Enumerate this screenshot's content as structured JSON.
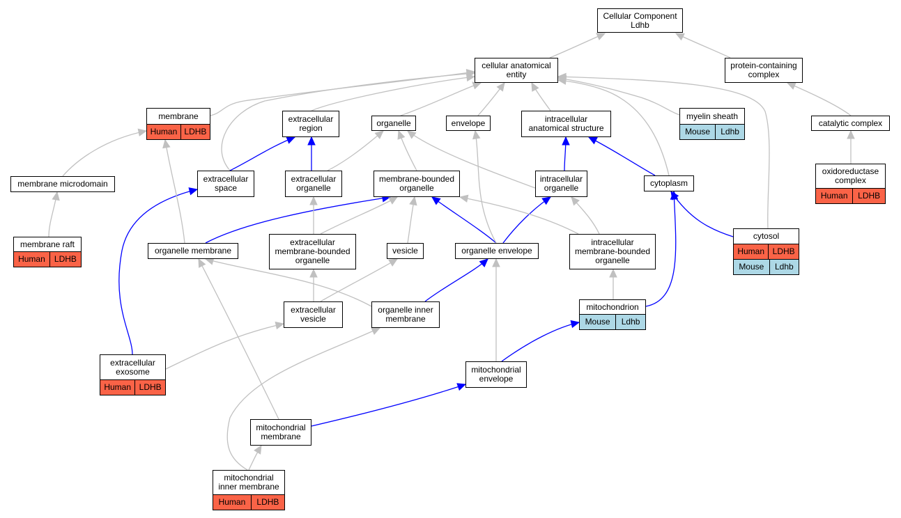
{
  "colors": {
    "edge_gray": "#c0c0c0",
    "edge_blue": "#0000ff",
    "human": "#fa6347",
    "mouse": "#add8e6"
  },
  "nodes": {
    "root": {
      "label": "Cellular Component\nLdhb"
    },
    "cellular_anatomical_entity": {
      "label": "cellular anatomical\nentity"
    },
    "protein_containing_complex": {
      "label": "protein-containing\ncomplex"
    },
    "membrane": {
      "label": "membrane",
      "annotations": [
        {
          "species": "Human",
          "gene": "LDHB"
        }
      ]
    },
    "extracellular_region": {
      "label": "extracellular\nregion"
    },
    "organelle": {
      "label": "organelle"
    },
    "envelope": {
      "label": "envelope"
    },
    "intracellular_anatomical_structure": {
      "label": "intracellular\nanatomical structure"
    },
    "myelin_sheath": {
      "label": "myelin sheath",
      "annotations": [
        {
          "species": "Mouse",
          "gene": "Ldhb"
        }
      ]
    },
    "catalytic_complex": {
      "label": "catalytic complex"
    },
    "membrane_microdomain": {
      "label": "membrane microdomain"
    },
    "extracellular_space": {
      "label": "extracellular\nspace"
    },
    "extracellular_organelle": {
      "label": "extracellular\norganelle"
    },
    "membrane_bounded_organelle": {
      "label": "membrane-bounded\norganelle"
    },
    "intracellular_organelle": {
      "label": "intracellular\norganelle"
    },
    "cytoplasm": {
      "label": "cytoplasm"
    },
    "oxidoreductase_complex": {
      "label": "oxidoreductase\ncomplex",
      "annotations": [
        {
          "species": "Human",
          "gene": "LDHB"
        }
      ]
    },
    "membrane_raft": {
      "label": "membrane raft",
      "annotations": [
        {
          "species": "Human",
          "gene": "LDHB"
        }
      ]
    },
    "organelle_membrane": {
      "label": "organelle membrane"
    },
    "extracellular_mb_organelle": {
      "label": "extracellular\nmembrane-bounded\norganelle"
    },
    "vesicle": {
      "label": "vesicle"
    },
    "organelle_envelope": {
      "label": "organelle envelope"
    },
    "intracellular_mb_organelle": {
      "label": "intracellular\nmembrane-bounded\norganelle"
    },
    "cytosol": {
      "label": "cytosol",
      "annotations": [
        {
          "species": "Human",
          "gene": "LDHB"
        },
        {
          "species": "Mouse",
          "gene": "Ldhb"
        }
      ]
    },
    "extracellular_vesicle": {
      "label": "extracellular\nvesicle"
    },
    "organelle_inner_membrane": {
      "label": "organelle inner\nmembrane"
    },
    "mitochondrion": {
      "label": "mitochondrion",
      "annotations": [
        {
          "species": "Mouse",
          "gene": "Ldhb"
        }
      ]
    },
    "extracellular_exosome": {
      "label": "extracellular\nexosome",
      "annotations": [
        {
          "species": "Human",
          "gene": "LDHB"
        }
      ]
    },
    "mitochondrial_envelope": {
      "label": "mitochondrial\nenvelope"
    },
    "mitochondrial_membrane": {
      "label": "mitochondrial\nmembrane"
    },
    "mitochondrial_inner_membrane": {
      "label": "mitochondrial\ninner membrane",
      "annotations": [
        {
          "species": "Human",
          "gene": "LDHB"
        }
      ]
    }
  }
}
